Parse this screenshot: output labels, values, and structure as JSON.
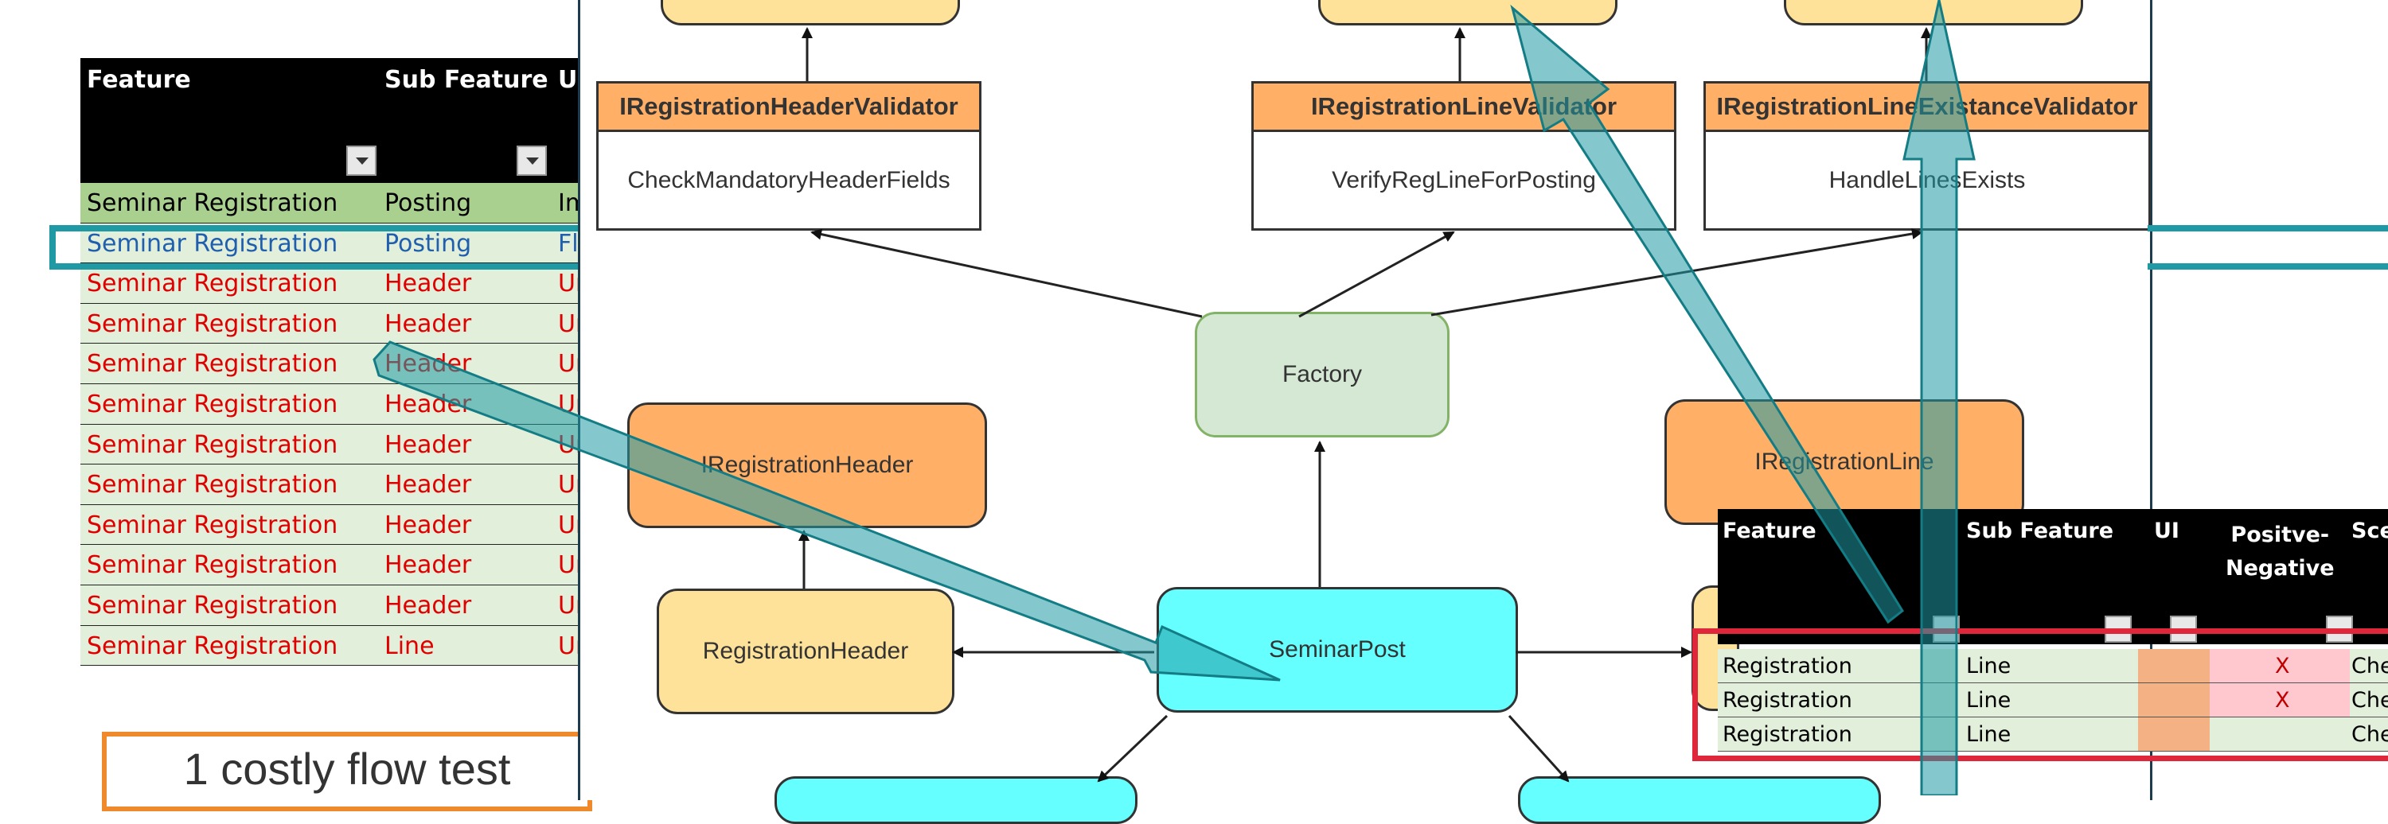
{
  "sheet": {
    "headers": [
      "Feature",
      "Sub Feature",
      "Us"
    ],
    "rows": [
      {
        "feature": "Seminar Registration",
        "sub": "Posting",
        "third": "Im",
        "style": "hl"
      },
      {
        "feature": "Seminar Registration",
        "sub": "Posting",
        "third": "Fl",
        "style": "blue"
      },
      {
        "feature": "Seminar Registration",
        "sub": "Header",
        "third": "Ur",
        "style": "red"
      },
      {
        "feature": "Seminar Registration",
        "sub": "Header",
        "third": "Ur",
        "style": "red"
      },
      {
        "feature": "Seminar Registration",
        "sub": "Header",
        "third": "Ur",
        "style": "red"
      },
      {
        "feature": "Seminar Registration",
        "sub": "Header",
        "third": "Ur",
        "style": "red"
      },
      {
        "feature": "Seminar Registration",
        "sub": "Header",
        "third": "Ur",
        "style": "red"
      },
      {
        "feature": "Seminar Registration",
        "sub": "Header",
        "third": "Ur",
        "style": "red"
      },
      {
        "feature": "Seminar Registration",
        "sub": "Header",
        "third": "Ur",
        "style": "red"
      },
      {
        "feature": "Seminar Registration",
        "sub": "Header",
        "third": "Ur",
        "style": "red"
      },
      {
        "feature": "Seminar Registration",
        "sub": "Header",
        "third": "Ur",
        "style": "red"
      },
      {
        "feature": "Seminar Registration",
        "sub": "Line",
        "third": "Ur",
        "style": "red"
      }
    ]
  },
  "callout": {
    "text": "1 costly flow test"
  },
  "diagram": {
    "validators": [
      {
        "title": "IRegistrationHeaderValidator",
        "method": "CheckMandatoryHeaderFields"
      },
      {
        "title": "IRegistrationLineValidator",
        "method": "VerifyRegLineForPosting"
      },
      {
        "title": "IRegistrationLineExistanceValidator",
        "method": "HandleLinesExists"
      }
    ],
    "factory": "Factory",
    "iregistration_header": "IRegistrationHeader",
    "iregistration_line": "IRegistrationLine",
    "registration_header": "RegistrationHeader",
    "seminar_post": "SeminarPost"
  },
  "mini_sheet": {
    "headers": [
      "Feature",
      "Sub Feature",
      "UI",
      "Positve-\nNegative",
      "Sce"
    ],
    "rows": [
      {
        "feature": "Registration",
        "sub": "Line",
        "pn": "X",
        "sce": "Che"
      },
      {
        "feature": "Registration",
        "sub": "Line",
        "pn": "X",
        "sce": "Che"
      },
      {
        "feature": "Registration",
        "sub": "Line",
        "pn": "",
        "sce": "Che"
      }
    ]
  },
  "colors": {
    "teal_arrow": "#1f9aa5",
    "highlight_red": "#e0263a",
    "callout_orange": "#ef8a2c",
    "orange_node": "#ffb066",
    "cyan_node": "#66ffff",
    "green_node": "#d5e8d4"
  }
}
